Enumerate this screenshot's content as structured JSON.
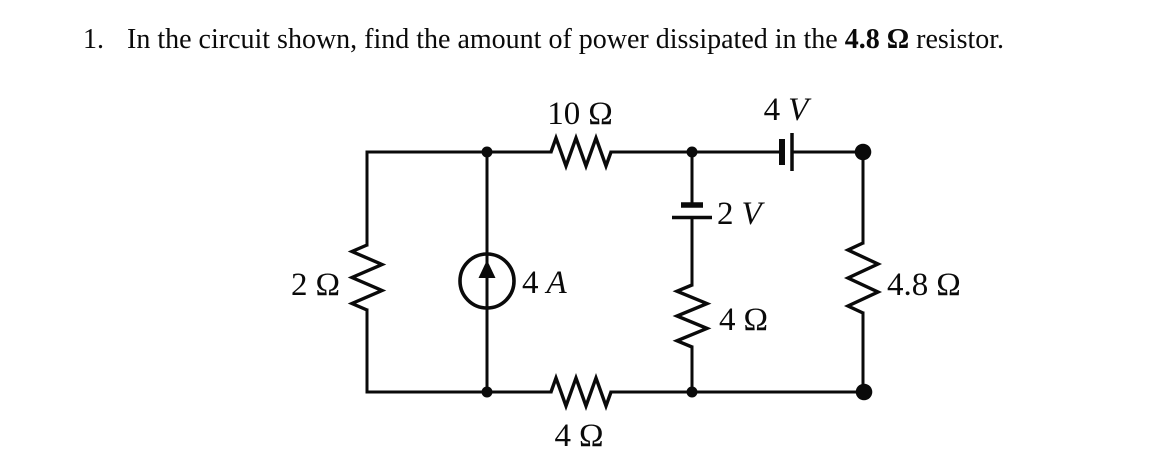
{
  "page": {
    "background": "#ffffff",
    "ink": "#0a0a0a"
  },
  "problem": {
    "number": "1.",
    "text_before": "In the circuit shown, find the amount of power dissipated in the ",
    "highlight": "4.8 Ω",
    "text_after": " resistor."
  },
  "circuit": {
    "labels": {
      "r_top": {
        "value": "10",
        "unit": "Ω"
      },
      "v_top": {
        "value": "4",
        "unit": "V"
      },
      "v_mid": {
        "value": "2",
        "unit": "V"
      },
      "r_left": {
        "value": "2",
        "unit": "Ω"
      },
      "i_source": {
        "value": "4",
        "unit": "A"
      },
      "r_mid": {
        "value": "4",
        "unit": "Ω"
      },
      "r_right": {
        "value": "4.8",
        "unit": "Ω"
      },
      "r_bottom": {
        "value": "4",
        "unit": "Ω"
      }
    }
  }
}
